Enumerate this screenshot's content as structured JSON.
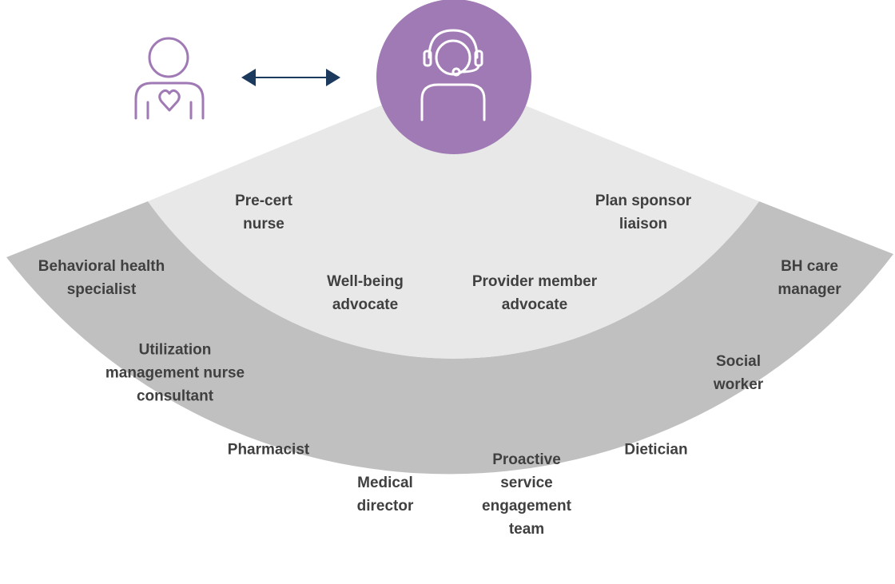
{
  "colors": {
    "outer_band": "#c0c0c0",
    "inner_area": "#e8e8e8",
    "accent_purple": "#a07ab4",
    "arrow_navy": "#1b3a5e",
    "text": "#404040",
    "background": "#ffffff"
  },
  "icons": {
    "member": "member-heart-icon",
    "agent": "headset-agent-icon",
    "link": "double-arrow-icon"
  },
  "inner_roles": {
    "pre_cert_nurse": [
      "Pre-cert",
      "nurse"
    ],
    "plan_sponsor_liaison": [
      "Plan sponsor",
      "liaison"
    ],
    "well_being_advocate": [
      "Well-being",
      "advocate"
    ],
    "provider_member_advocate": [
      "Provider member",
      "advocate"
    ]
  },
  "outer_roles": {
    "behavioral_health_specialist": [
      "Behavioral health",
      "specialist"
    ],
    "bh_care_manager": [
      "BH care",
      "manager"
    ],
    "utilization_management_nurse_consultant": [
      "Utilization",
      "management nurse",
      "consultant"
    ],
    "social_worker": [
      "Social",
      "worker"
    ],
    "pharmacist": [
      "Pharmacist"
    ],
    "dietician": [
      "Dietician"
    ],
    "medical_director": [
      "Medical",
      "director"
    ],
    "proactive_service_engagement_team": [
      "Proactive",
      "service",
      "engagement",
      "team"
    ]
  }
}
